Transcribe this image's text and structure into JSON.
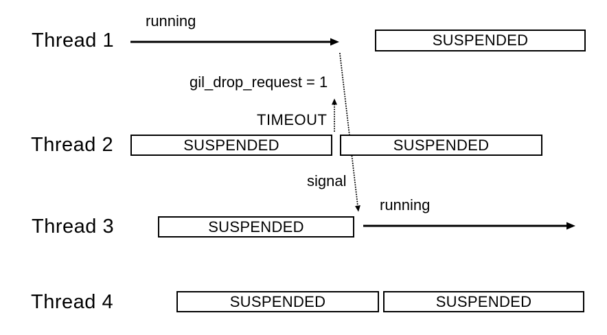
{
  "diagram": {
    "background_color": "#ffffff",
    "line_color": "#000000",
    "threads": [
      {
        "label": "Thread 1",
        "state_label": "running",
        "boxes": [
          "SUSPENDED"
        ]
      },
      {
        "label": "Thread 2",
        "boxes": [
          "SUSPENDED",
          "SUSPENDED"
        ]
      },
      {
        "label": "Thread 3",
        "state_label": "running",
        "boxes": [
          "SUSPENDED"
        ]
      },
      {
        "label": "Thread 4",
        "boxes": [
          "SUSPENDED",
          "SUSPENDED"
        ]
      }
    ],
    "annotations": {
      "gil_drop_request": "gil_drop_request = 1",
      "timeout": "TIMEOUT",
      "signal": "signal"
    }
  }
}
